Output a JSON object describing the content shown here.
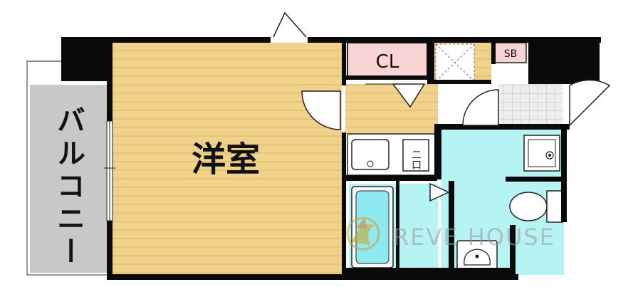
{
  "rooms": {
    "western_room": "洋室",
    "balcony": "バルコニー",
    "closet": "CL",
    "shoe_box": "SB",
    "stove": "二口"
  },
  "watermark": {
    "brand": "REVE HOUSE"
  },
  "colors": {
    "wall": "#0a0a0a",
    "floor_wood": "#f0d28c",
    "floor_wood_line": "#e2bb63",
    "closet": "#f9d4d4",
    "wet_area": "#b6f3f3",
    "balcony": "#c8c8c8",
    "entry_tile": "#e8e8e8"
  }
}
